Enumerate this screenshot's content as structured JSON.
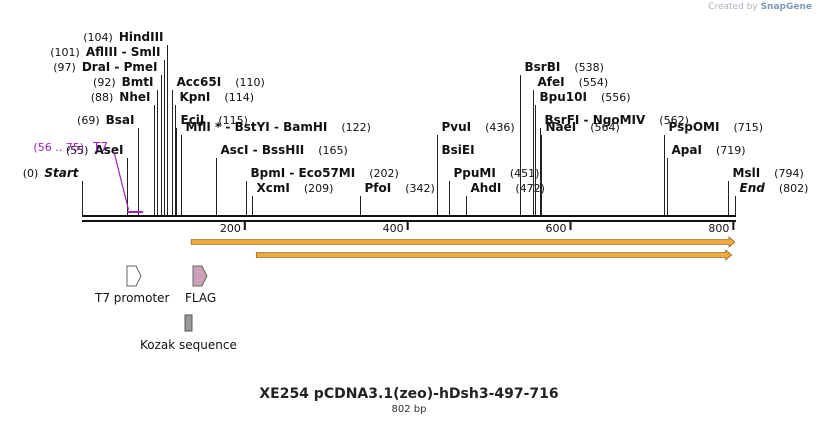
{
  "branding": {
    "created_by": "Created by",
    "logo_text": "SnapGene"
  },
  "title": "XE254 pCDNA3.1(zeo)-hDsh3-497-716",
  "length_label": "802 bp",
  "colors": {
    "backbone": "#111111",
    "primer_arrow": "#f2a93b",
    "primer_stroke": "#6b4a10",
    "t7_binding": "#a020c0",
    "flag": "#c9a0b8",
    "kozak": "#999999",
    "text": "#111111",
    "number": "#111111"
  },
  "sequence_length": 802,
  "ruler_ticks": [
    {
      "pos": 200,
      "label": "200"
    },
    {
      "pos": 400,
      "label": "400"
    },
    {
      "pos": 600,
      "label": "600"
    },
    {
      "pos": 800,
      "label": "800"
    }
  ],
  "sites": [
    {
      "pos": 0,
      "name": "Start",
      "num": "(0)",
      "row": 9,
      "style": "italic",
      "num_side": "left"
    },
    {
      "pos": 55,
      "name": "AseI",
      "num": "(55)",
      "row": 8,
      "num_side": "left"
    },
    {
      "pos": 69,
      "name": "BsaI",
      "num": "(69)",
      "row": 6,
      "num_side": "left"
    },
    {
      "pos": 88,
      "name": "NheI",
      "num": "(88)",
      "row": 5,
      "num_side": "left"
    },
    {
      "pos": 92,
      "name": "BmtI",
      "num": "(92)",
      "row": 4,
      "num_side": "left"
    },
    {
      "pos": 97,
      "name": "DraI  - PmeI",
      "num": "(97)",
      "row": 3,
      "num_side": "left"
    },
    {
      "pos": 101,
      "name": "AflIII  - SmlI",
      "num": "(101)",
      "row": 2,
      "num_side": "left"
    },
    {
      "pos": 104,
      "name": "HindIII",
      "num": "(104)",
      "row": 1,
      "num_side": "left"
    },
    {
      "pos": 110,
      "name": "Acc65I",
      "num": "(110)",
      "row": 4,
      "num_side": "right"
    },
    {
      "pos": 114,
      "name": "KpnI",
      "num": "(114)",
      "row": 5,
      "num_side": "right"
    },
    {
      "pos": 115,
      "name": "EciI",
      "num": "(115)",
      "row": 6,
      "num_side": "right"
    },
    {
      "pos": 122,
      "name": "MflI * - BstYI  - BamHI",
      "num": "(122)",
      "row": 7,
      "num_side": "right"
    },
    {
      "pos": 165,
      "name": "AscI  - BssHII",
      "num": "(165)",
      "row": 8,
      "num_side": "right"
    },
    {
      "pos": 202,
      "name": "BpmI  - Eco57MI",
      "num": "(202)",
      "row": 9,
      "num_side": "right",
      "xoff": 0
    },
    {
      "pos": 209,
      "name": "XcmI",
      "num": "(209)",
      "row": 10,
      "num_side": "right"
    },
    {
      "pos": 342,
      "name": "PfoI",
      "num": "(342)",
      "row": 10,
      "num_side": "right"
    },
    {
      "pos": 436,
      "name": "PvuI",
      "num": "(436)",
      "row": 7,
      "num_side": "right"
    },
    {
      "pos": 436,
      "name": "BsiEI",
      "num": "",
      "row": 8,
      "num_side": "right"
    },
    {
      "pos": 451,
      "name": "PpuMI",
      "num": "(451)",
      "row": 9,
      "num_side": "right"
    },
    {
      "pos": 472,
      "name": "AhdI",
      "num": "(472)",
      "row": 10,
      "num_side": "right"
    },
    {
      "pos": 538,
      "name": "BsrBI",
      "num": "(538)",
      "row": 3,
      "num_side": "right"
    },
    {
      "pos": 554,
      "name": "AfeI",
      "num": "(554)",
      "row": 4,
      "num_side": "right"
    },
    {
      "pos": 556,
      "name": "Bpu10I",
      "num": "(556)",
      "row": 5,
      "num_side": "right"
    },
    {
      "pos": 562,
      "name": "BsrFI  - NgoMIV",
      "num": "(562)",
      "row": 6,
      "num_side": "right"
    },
    {
      "pos": 564,
      "name": "NaeI",
      "num": "(564)",
      "row": 7,
      "num_side": "right"
    },
    {
      "pos": 715,
      "name": "PspOMI",
      "num": "(715)",
      "row": 7,
      "num_side": "right"
    },
    {
      "pos": 719,
      "name": "ApaI",
      "num": "(719)",
      "row": 8,
      "num_side": "right"
    },
    {
      "pos": 794,
      "name": "MslI",
      "num": "(794)",
      "row": 9,
      "num_side": "right"
    },
    {
      "pos": 802,
      "name": "End",
      "num": "(802)",
      "row": 10,
      "style": "italic",
      "num_side": "right"
    }
  ],
  "primer_binding": {
    "num": "(56 .. 75)",
    "name": "T7",
    "start": 56,
    "end": 75
  },
  "orfs": [
    {
      "start": 134,
      "end": 802
    },
    {
      "start": 214,
      "end": 798
    }
  ],
  "features": [
    {
      "name": "T7 promoter",
      "shape": "arrow-outline",
      "color": "#ffffff",
      "pos": 56
    },
    {
      "name": "FLAG",
      "shape": "arrow-filled",
      "color": "#c9a0b8",
      "pos": 137
    },
    {
      "name": "Kozak sequence",
      "shape": "box",
      "color": "#999999",
      "pos": 129
    }
  ]
}
